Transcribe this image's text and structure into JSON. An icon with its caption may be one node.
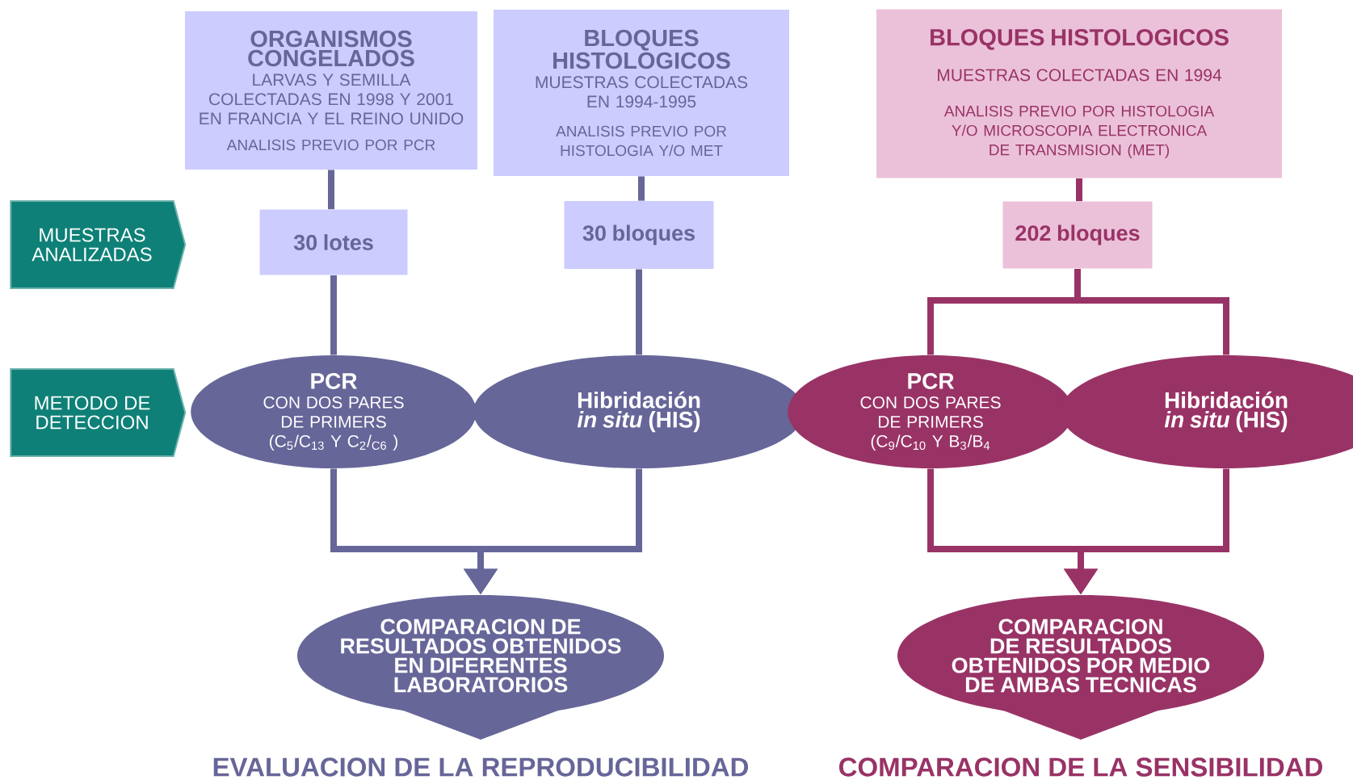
{
  "diagram": {
    "nodes": [
      {
        "text": [
          "ORGANISMOS CONGELADOS",
          "LARVAS Y SEMILLA COLECTADAS EN 1998 Y 2001 EN FRANCIA Y EL REINO UNIDO",
          "ANALISIS PREVIO POR PCR"
        ]
      },
      {
        "text": [
          "BLOQUES HISTOLOGICOS",
          "MUESTRAS COLECTADAS EN 1994-1995",
          "ANALISIS PREVIO POR HISTOLOGIA Y/O MET"
        ]
      },
      {
        "text": [
          "BLOQUES HISTOLOGICOS",
          "MUESTRAS COLECTADAS EN 1994",
          "ANALISIS PREVIO POR HISTOLOGIA Y/O MICROSCOPIA ELECTRONICA DE TRANSMISION (MET)"
        ]
      },
      {
        "text": [
          "MUESTRAS ANALIZADAS"
        ]
      },
      {
        "text": [
          "30 lotes"
        ]
      },
      {
        "text": [
          "30 bloques"
        ]
      },
      {
        "text": [
          "202 bloques"
        ]
      },
      {
        "text": [
          "METODO DE DETECCION"
        ]
      },
      {
        "text": [
          "PCR",
          "CON DOS PARES DE PRIMERS",
          "(C$_{5}$/C$_{13}$ Y C$_{2}$/$_{C6}$ )"
        ]
      },
      {
        "text": [
          "Hibridación *in situ* (HIS)"
        ]
      },
      {
        "text": [
          "PCR",
          "CON DOS PARES DE PRIMERS",
          "(C$_{9}$/C$_{10}$ Y B$_{3}$/B$_{4}$"
        ]
      },
      {
        "text": [
          "Hibridación *in situ* (HIS)"
        ]
      },
      {
        "text": [
          "COMPARACION  DE RESULTADOS OBTENIDOS EN DIFERENTES LABORATORIOS"
        ]
      },
      {
        "text": [
          "COMPARACION  DE RESULTADOS OBTENIDOS POR MEDIO DE AMBAS TECNICAS"
        ]
      }
    ],
    "edges": [
      {
        "from": 0,
        "to": 4,
        "arrow": "none"
      },
      {
        "from": 4,
        "to": 8,
        "arrow": "none"
      },
      {
        "from": 1,
        "to": 5,
        "arrow": "none"
      },
      {
        "from": 5,
        "to": 9,
        "arrow": "none"
      },
      {
        "from": 2,
        "to": 6,
        "arrow": "none",
        "color": "#993366"
      },
      {
        "from": 6,
        "to": 10,
        "arrow": "none",
        "color": "#993366"
      },
      {
        "from": 6,
        "to": 11,
        "arrow": "none",
        "color": "#993366"
      },
      {
        "from": 8,
        "to": 12,
        "arrow": "to"
      },
      {
        "from": 9,
        "to": 12,
        "arrow": "to"
      },
      {
        "from": 10,
        "to": 13,
        "arrow": "to",
        "color": "#993366"
      },
      {
        "from": 11,
        "to": 13,
        "arrow": "to",
        "color": "#993366"
      }
    ],
    "labels": [
      "EVALUACION DE LA REPRODUCIBILIDAD",
      "COMPARACION DE LA SENSIBILIDAD"
    ]
  }
}
